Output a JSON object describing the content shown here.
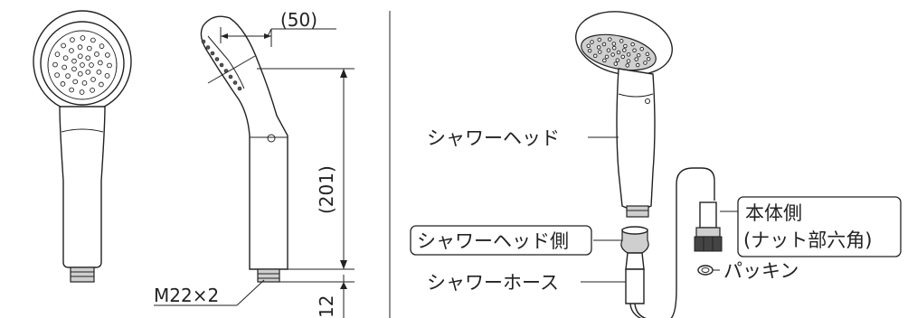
{
  "dimensions": {
    "head_width": "(50)",
    "length": "(201)",
    "thread": "M22×2",
    "bottom_offset": "12"
  },
  "parts": {
    "shower_head": "シャワーヘッド",
    "shower_head_side": "シャワーヘッド側",
    "shower_hose": "シャワーホース",
    "body_side": "本体側",
    "nut_hex": "(ナット部六角)",
    "packing": "パッキン"
  }
}
